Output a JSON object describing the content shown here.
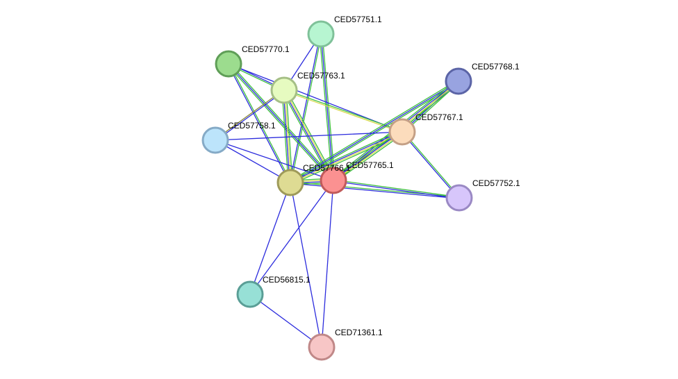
{
  "nodes": [
    {
      "id": "CED57751.1",
      "label": "CED57751.1",
      "fill": "#b7f5d1",
      "stroke": "#7fc199"
    },
    {
      "id": "CED57770.1",
      "label": "CED57770.1",
      "fill": "#9cdc8e",
      "stroke": "#5f9e57"
    },
    {
      "id": "CED57763.1",
      "label": "CED57763.1",
      "fill": "#e6fbc0",
      "stroke": "#a5bf86"
    },
    {
      "id": "CED57768.1",
      "label": "CED57768.1",
      "fill": "#98a3e0",
      "stroke": "#5b64a6"
    },
    {
      "id": "CED57767.1",
      "label": "CED57767.1",
      "fill": "#fcdcbc",
      "stroke": "#c4a086"
    },
    {
      "id": "CED57758.1",
      "label": "CED57758.1",
      "fill": "#bce4fb",
      "stroke": "#85aac6"
    },
    {
      "id": "CED57766.1",
      "label": "CED57766.1",
      "fill": "#dedb93",
      "stroke": "#9e9a59"
    },
    {
      "id": "CED57765.1",
      "label": "CED57765.1",
      "fill": "#fb9191",
      "stroke": "#c05a5a"
    },
    {
      "id": "CED57752.1",
      "label": "CED57752.1",
      "fill": "#d7c6fb",
      "stroke": "#9a89c4"
    },
    {
      "id": "CED56815.1",
      "label": "CED56815.1",
      "fill": "#97e0d6",
      "stroke": "#5a9e96"
    },
    {
      "id": "CED71361.1",
      "label": "CED71361.1",
      "fill": "#f7c6c6",
      "stroke": "#c08888"
    }
  ],
  "edge_colors": {
    "green": "#3dbf3d",
    "blue": "#2b2bdd",
    "yellow": "#d8d84a",
    "olive": "#8a8a3a"
  },
  "edges": [
    {
      "source": "CED57751.1",
      "target": "CED57763.1",
      "channels": [
        "blue"
      ]
    },
    {
      "source": "CED57751.1",
      "target": "CED57766.1",
      "channels": [
        "green",
        "blue"
      ]
    },
    {
      "source": "CED57751.1",
      "target": "CED57765.1",
      "channels": [
        "green",
        "blue",
        "green"
      ]
    },
    {
      "source": "CED57770.1",
      "target": "CED57763.1",
      "channels": [
        "blue",
        "green"
      ]
    },
    {
      "source": "CED57770.1",
      "target": "CED57767.1",
      "channels": [
        "blue"
      ]
    },
    {
      "source": "CED57770.1",
      "target": "CED57766.1",
      "channels": [
        "green",
        "blue"
      ]
    },
    {
      "source": "CED57770.1",
      "target": "CED57765.1",
      "channels": [
        "green",
        "blue",
        "green"
      ]
    },
    {
      "source": "CED57763.1",
      "target": "CED57758.1",
      "channels": [
        "blue",
        "olive"
      ]
    },
    {
      "source": "CED57763.1",
      "target": "CED57767.1",
      "channels": [
        "green",
        "yellow"
      ]
    },
    {
      "source": "CED57763.1",
      "target": "CED57766.1",
      "channels": [
        "green",
        "yellow",
        "blue",
        "green"
      ]
    },
    {
      "source": "CED57763.1",
      "target": "CED57765.1",
      "channels": [
        "green",
        "yellow",
        "blue",
        "green"
      ]
    },
    {
      "source": "CED57768.1",
      "target": "CED57767.1",
      "channels": [
        "green",
        "blue",
        "green"
      ]
    },
    {
      "source": "CED57768.1",
      "target": "CED57766.1",
      "channels": [
        "green",
        "blue",
        "green"
      ]
    },
    {
      "source": "CED57768.1",
      "target": "CED57765.1",
      "channels": [
        "green",
        "yellow",
        "blue",
        "green"
      ]
    },
    {
      "source": "CED57767.1",
      "target": "CED57758.1",
      "channels": [
        "blue"
      ]
    },
    {
      "source": "CED57767.1",
      "target": "CED57766.1",
      "channels": [
        "green",
        "yellow",
        "blue",
        "green"
      ]
    },
    {
      "source": "CED57767.1",
      "target": "CED57765.1",
      "channels": [
        "green",
        "yellow",
        "blue",
        "green"
      ]
    },
    {
      "source": "CED57767.1",
      "target": "CED57752.1",
      "channels": [
        "green",
        "blue"
      ]
    },
    {
      "source": "CED57758.1",
      "target": "CED57766.1",
      "channels": [
        "blue"
      ]
    },
    {
      "source": "CED57758.1",
      "target": "CED57765.1",
      "channels": [
        "blue"
      ]
    },
    {
      "source": "CED57766.1",
      "target": "CED57765.1",
      "channels": [
        "green",
        "yellow",
        "blue",
        "green"
      ]
    },
    {
      "source": "CED57766.1",
      "target": "CED57752.1",
      "channels": [
        "green",
        "blue"
      ]
    },
    {
      "source": "CED57765.1",
      "target": "CED57752.1",
      "channels": [
        "green",
        "blue"
      ]
    },
    {
      "source": "CED57766.1",
      "target": "CED56815.1",
      "channels": [
        "blue"
      ]
    },
    {
      "source": "CED57766.1",
      "target": "CED71361.1",
      "channels": [
        "blue"
      ]
    },
    {
      "source": "CED57765.1",
      "target": "CED56815.1",
      "channels": [
        "blue"
      ]
    },
    {
      "source": "CED57765.1",
      "target": "CED71361.1",
      "channels": [
        "blue"
      ]
    },
    {
      "source": "CED56815.1",
      "target": "CED71361.1",
      "channels": [
        "blue"
      ]
    }
  ]
}
